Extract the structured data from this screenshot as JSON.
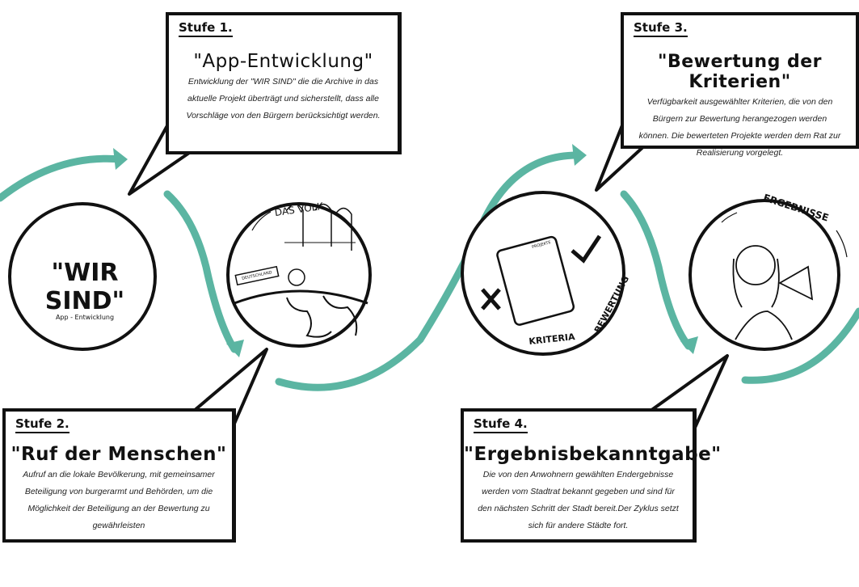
{
  "accent_color": "#5bb5a2",
  "center": {
    "title": "\"WIR SIND\"",
    "subtitle": "App - Entwicklung"
  },
  "circles": [
    {
      "label": "DAS VOLK",
      "sign": "DEUTSCHLAND",
      "icon": "people-on-globe-illustration"
    },
    {
      "label_1": "KRITERIA",
      "label_2": "BEWERTUNG",
      "clipboard": "PROJEKTE",
      "icon": "clipboard-check-cross-illustration"
    },
    {
      "label": "ERGEBNISSE",
      "icon": "girl-with-megaphone-illustration"
    }
  ],
  "steps": [
    {
      "stufe": "Stufe 1.",
      "title": "\"App-Entwicklung\"",
      "text": "Entwicklung der \"WIR SIND\" die die Archive in das aktuelle Projekt überträgt und sicherstellt, dass alle Vorschläge von den Bürgern berücksichtigt werden."
    },
    {
      "stufe": "Stufe 2.",
      "title": "\"Ruf der Menschen\"",
      "text": "Aufruf an die lokale Bevölkerung, mit gemeinsamer Beteiligung von burgerarmt und Behörden, um die Möglichkeit der Beteiligung an der Bewertung zu gewährleisten"
    },
    {
      "stufe": "Stufe 3.",
      "title": "\"Bewertung der Kriterien\"",
      "text": "Verfügbarkeit ausgewählter Kriterien, die von den Bürgern zur Bewertung herangezogen werden können. Die bewerteten Projekte werden dem Rat zur Realisierung vorgelegt."
    },
    {
      "stufe": "Stufe 4.",
      "title": "\"Ergebnisbekanntgabe\"",
      "text": "Die von den Anwohnern gewählten Endergebnisse werden vom Stadtrat bekannt gegeben und sind für den nächsten Schritt der Stadt bereit.Der Zyklus setzt sich für andere Städte fort."
    }
  ]
}
